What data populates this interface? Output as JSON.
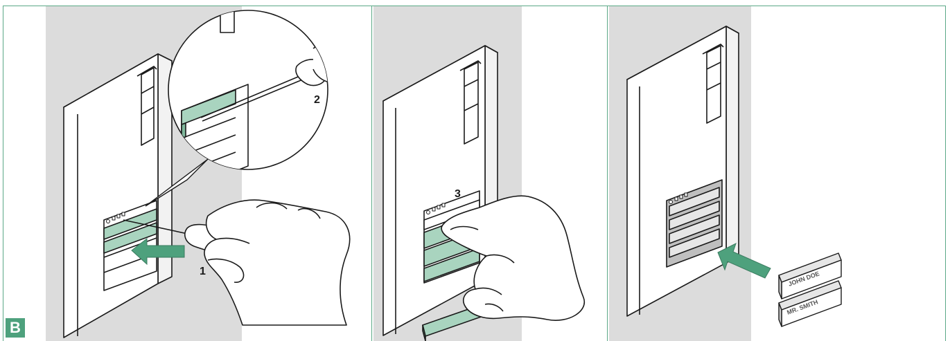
{
  "figure_label": "B",
  "steps": [
    {
      "number": "1"
    },
    {
      "number": "2"
    },
    {
      "number": "3"
    }
  ],
  "nameplates": [
    {
      "text": "JOHN DOE"
    },
    {
      "text": "MR. SMITH"
    }
  ],
  "colors": {
    "accent": "#4ea17d",
    "frame": "#5aa886",
    "label_fill": "#a9d4bf",
    "background_panel": "#dcdcdc"
  }
}
